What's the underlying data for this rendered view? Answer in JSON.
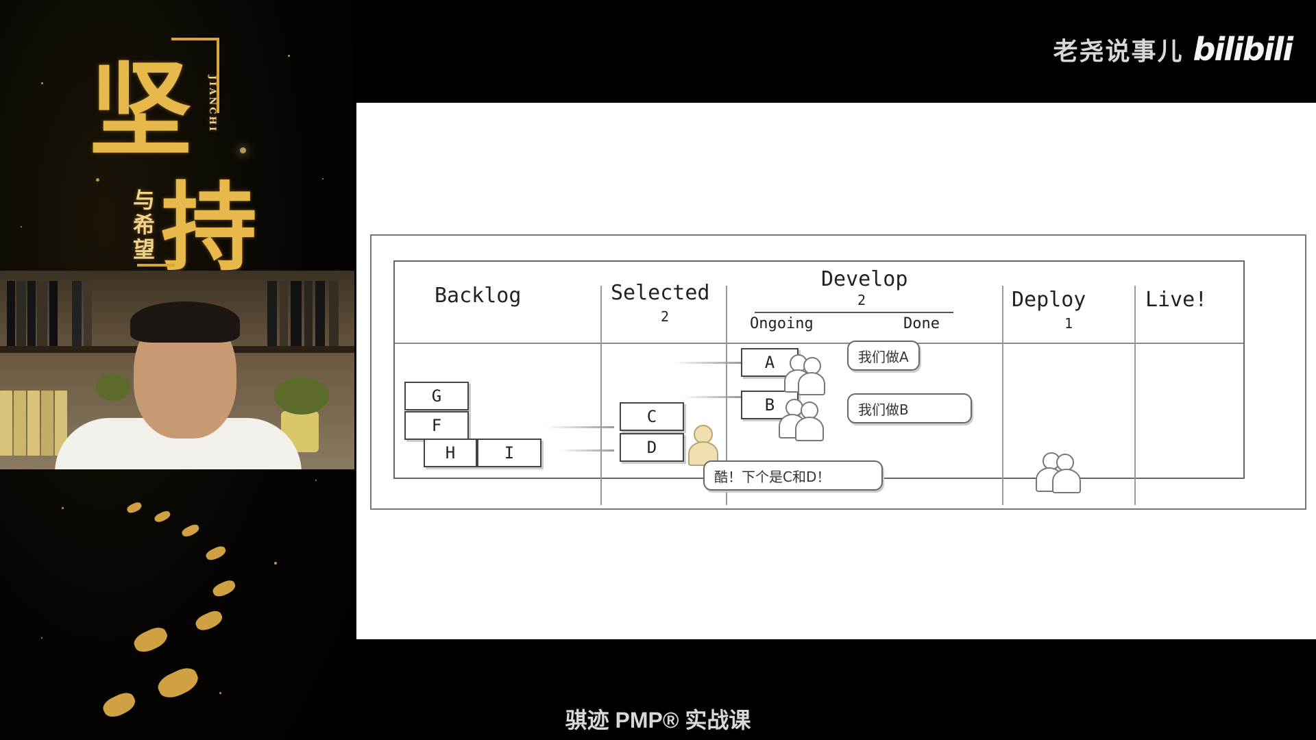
{
  "branding": {
    "channel_name": "老尧说事儿",
    "platform_logo": "bilibili"
  },
  "poster": {
    "title_char_1": "坚",
    "title_char_2": "持",
    "subtitle": "与希望",
    "pinyin": "JIANCHI"
  },
  "webcam": {
    "label": ""
  },
  "kanban": {
    "columns": {
      "backlog": "Backlog",
      "selected": "Selected",
      "selected_limit": "2",
      "develop": "Develop",
      "develop_limit": "2",
      "ongoing": "Ongoing",
      "done": "Done",
      "deploy": "Deploy",
      "deploy_limit": "1",
      "live": "Live!"
    },
    "cards": {
      "g": "G",
      "f": "F",
      "h": "H",
      "i": "I",
      "c": "C",
      "d": "D",
      "a": "A",
      "b": "B"
    },
    "bubbles": {
      "doing_a": "我们做A",
      "doing_b": "我们做B",
      "next": "酷！下个是C和D！"
    }
  },
  "footer": {
    "course_title": "骐迹 PMP® 实战课"
  }
}
